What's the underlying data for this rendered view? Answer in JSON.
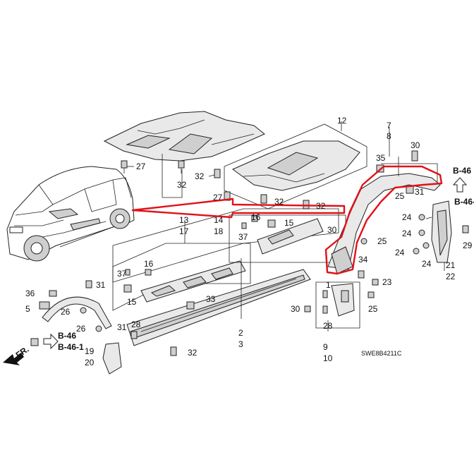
{
  "diagram_code": "SWE8B4211C",
  "front_marker": "FR.",
  "callouts": {
    "c12": "12",
    "c7": "7",
    "c8": "8",
    "c35": "35",
    "c30a": "30",
    "c27a": "27",
    "c32a": "32",
    "c32b": "32",
    "c27b": "27",
    "c32c": "32",
    "c32d": "32",
    "c31a": "31",
    "c25a": "25",
    "c24a": "24",
    "c24b": "24",
    "c24c": "24",
    "c24d": "24",
    "c13": "13",
    "c17": "17",
    "c14": "14",
    "c18": "18",
    "c37a": "37",
    "c16a": "16",
    "c15a": "15",
    "c30b": "30",
    "c25b": "25",
    "c21": "21",
    "c22": "22",
    "c29": "29",
    "c34": "34",
    "c23": "23",
    "c25c": "25",
    "c37b": "37",
    "c16b": "16",
    "c15b": "15",
    "c33": "33",
    "c36": "36",
    "c5": "5",
    "c31b": "31",
    "c26a": "26",
    "c26b": "26",
    "c31c": "31",
    "c2": "2",
    "c3": "3",
    "c30c": "30",
    "c1": "1",
    "c28a": "28",
    "c28b": "28",
    "c9": "9",
    "c10": "10",
    "c32e": "32",
    "c19": "19",
    "c20": "20"
  },
  "refs": {
    "right_top": "B-46",
    "right_bottom": "B-46-",
    "left_top": "B-46",
    "left_bottom": "B-46-1"
  }
}
